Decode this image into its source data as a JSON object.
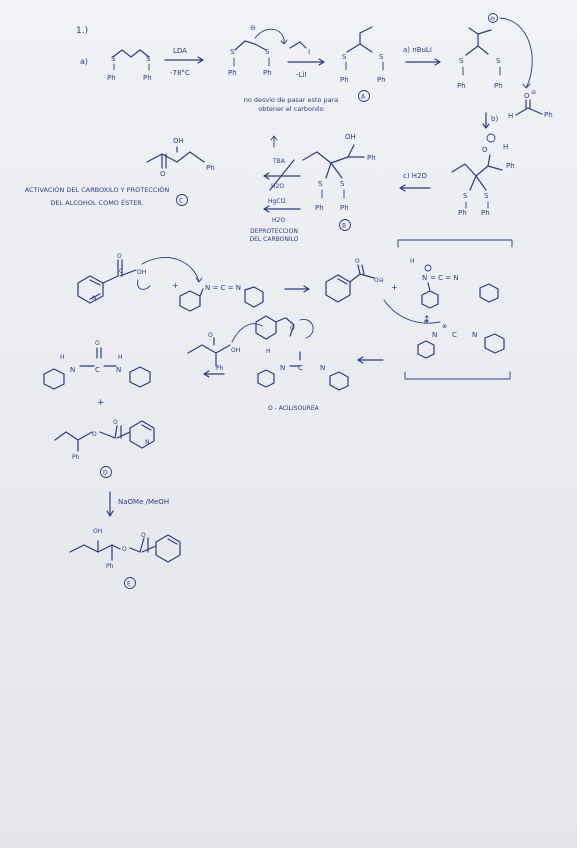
{
  "header": {
    "problem": "1.)",
    "part_a": "a)"
  },
  "step1": {
    "left_atoms": [
      "S",
      "S",
      "Ph",
      "Ph"
    ],
    "reagent_top": "LDA",
    "reagent_bottom": "-78°C",
    "anion_atoms": [
      "S",
      "S",
      "Ph",
      "Ph"
    ],
    "anion_charge": "⊖",
    "iodide_label": "I",
    "byproduct": "-LiI",
    "product_atoms": [
      "S",
      "S",
      "Ph",
      "Ph"
    ],
    "product_label": "A",
    "next_reagent": "a) nBuLi",
    "anion2_charge": "⊖",
    "anion2_atoms": [
      "S",
      "S",
      "Ph",
      "Ph"
    ]
  },
  "note_top": "no desvío de pasar esto para obtener el carbonilo",
  "part_b": {
    "label": "b)",
    "aldehyde": [
      "H",
      "Ph"
    ],
    "carbonyl_O": "O",
    "carbonyl_charge": "⊖"
  },
  "step_c": {
    "reagent": "c) H2O",
    "alkoxide_atoms": [
      "O",
      "H",
      "Ph",
      "S",
      "S",
      "Ph",
      "Ph"
    ],
    "alcohol_atoms": [
      "OH",
      "Ph",
      "S",
      "S",
      "Ph",
      "Ph"
    ],
    "product_label": "B"
  },
  "deprotection": {
    "reagents": [
      "TBA",
      "H2O",
      "HgCl2",
      "H2O"
    ],
    "caption": "DEPROTECCIÓN DEL CARBONILO"
  },
  "compound_c": {
    "atoms": [
      "OH",
      "O",
      "Ph"
    ],
    "label": "C"
  },
  "activation_note": "ACTIVACIÓN DEL CARBOXILO Y PROTECCIÓN DEL ALCOHOL COMO ÉSTER.",
  "mechanism": {
    "acid_atoms": [
      "O",
      "C",
      "OH",
      "N"
    ],
    "dcc": "N = C = N",
    "carboxylate_atoms": [
      "O",
      "O⊖"
    ],
    "plus": "+",
    "protonated_dcc": [
      "H",
      "N",
      "= C = N"
    ],
    "resonance_top": "H",
    "resonance_atoms": [
      "H",
      "N",
      "⊕",
      "C",
      "N"
    ],
    "alcohol_atoms": [
      "O",
      "OH",
      "Ph"
    ],
    "isourea_atoms": [
      "H",
      "N",
      "C",
      "N",
      "O"
    ],
    "isourea_name": "O - ACILISOUREA"
  },
  "urea": {
    "atoms": [
      "H",
      "N",
      "O",
      "C",
      "H",
      "N"
    ],
    "plus": "+"
  },
  "compound_d": {
    "atoms": [
      "O",
      "O",
      "N",
      "Ph"
    ],
    "label": "D"
  },
  "step_e": {
    "reagent": "NaOMe /MeOH"
  },
  "compound_e": {
    "atoms": [
      "OH",
      "O",
      "O",
      "Ph"
    ],
    "label": "E"
  }
}
